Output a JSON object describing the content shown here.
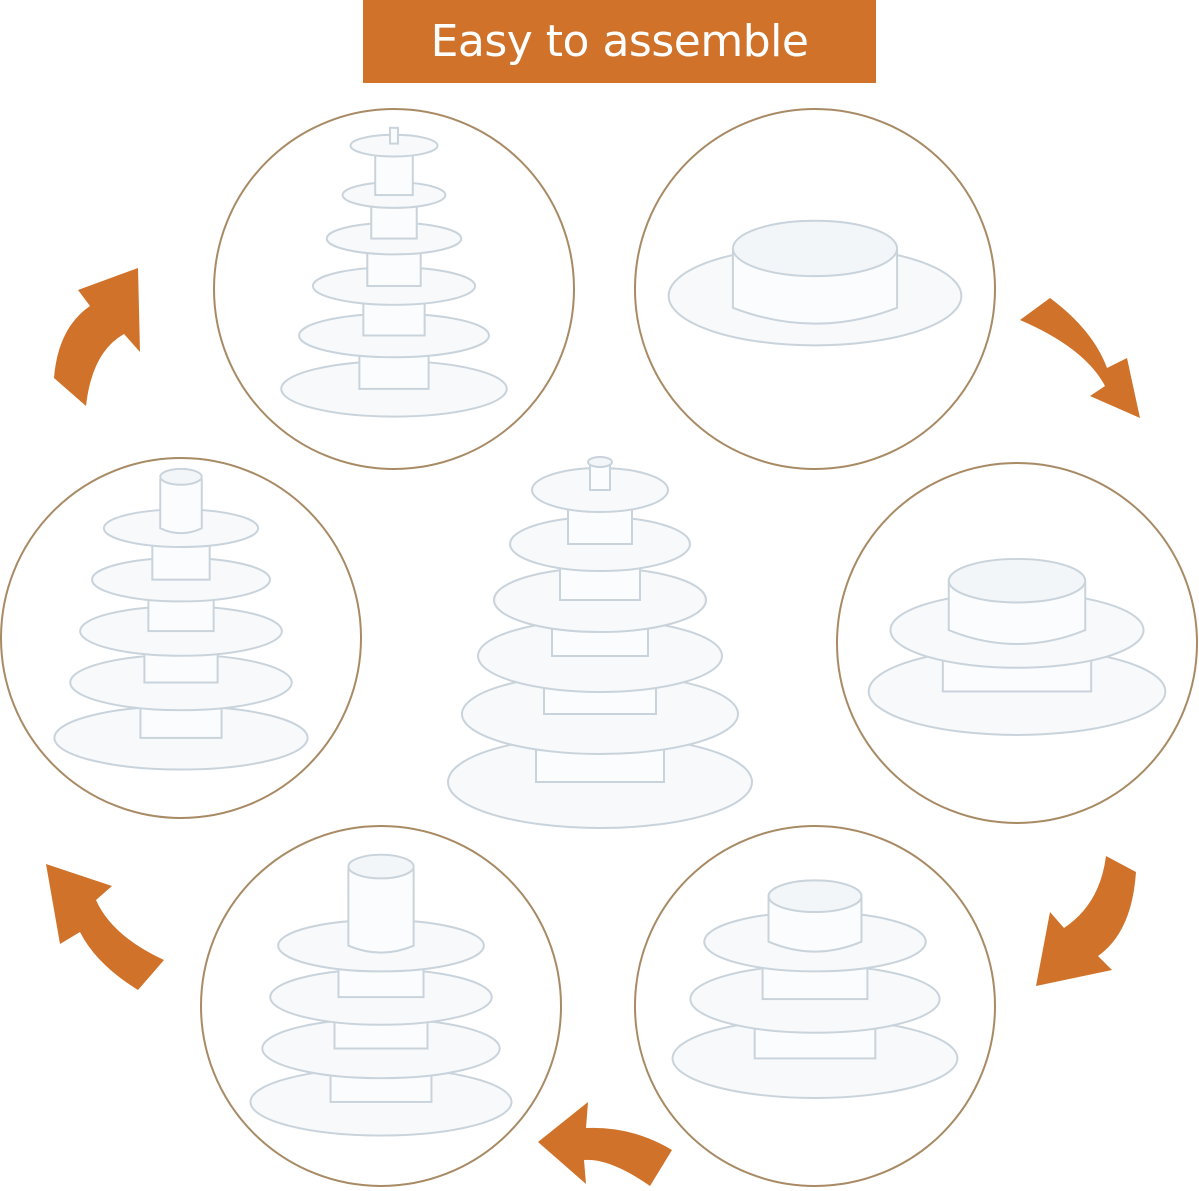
{
  "banner": {
    "title": "Easy to assemble",
    "color": "#d0722a"
  },
  "accent_color": "#d0722a",
  "frame_color": "#a88a64",
  "figures": [
    {
      "name": "six-tier-stand",
      "tiers": 6
    },
    {
      "name": "top-cup-tier",
      "tiers": 1
    },
    {
      "name": "two-tier-stand",
      "tiers": 2
    },
    {
      "name": "three-tier-stand",
      "tiers": 3
    },
    {
      "name": "four-tier-stand",
      "tiers": 4
    },
    {
      "name": "five-tier-stand",
      "tiers": 5
    },
    {
      "name": "assembled-six-tier-stand",
      "tiers": 6
    }
  ],
  "icons": {
    "arrow": "curved-arrow-icon"
  }
}
